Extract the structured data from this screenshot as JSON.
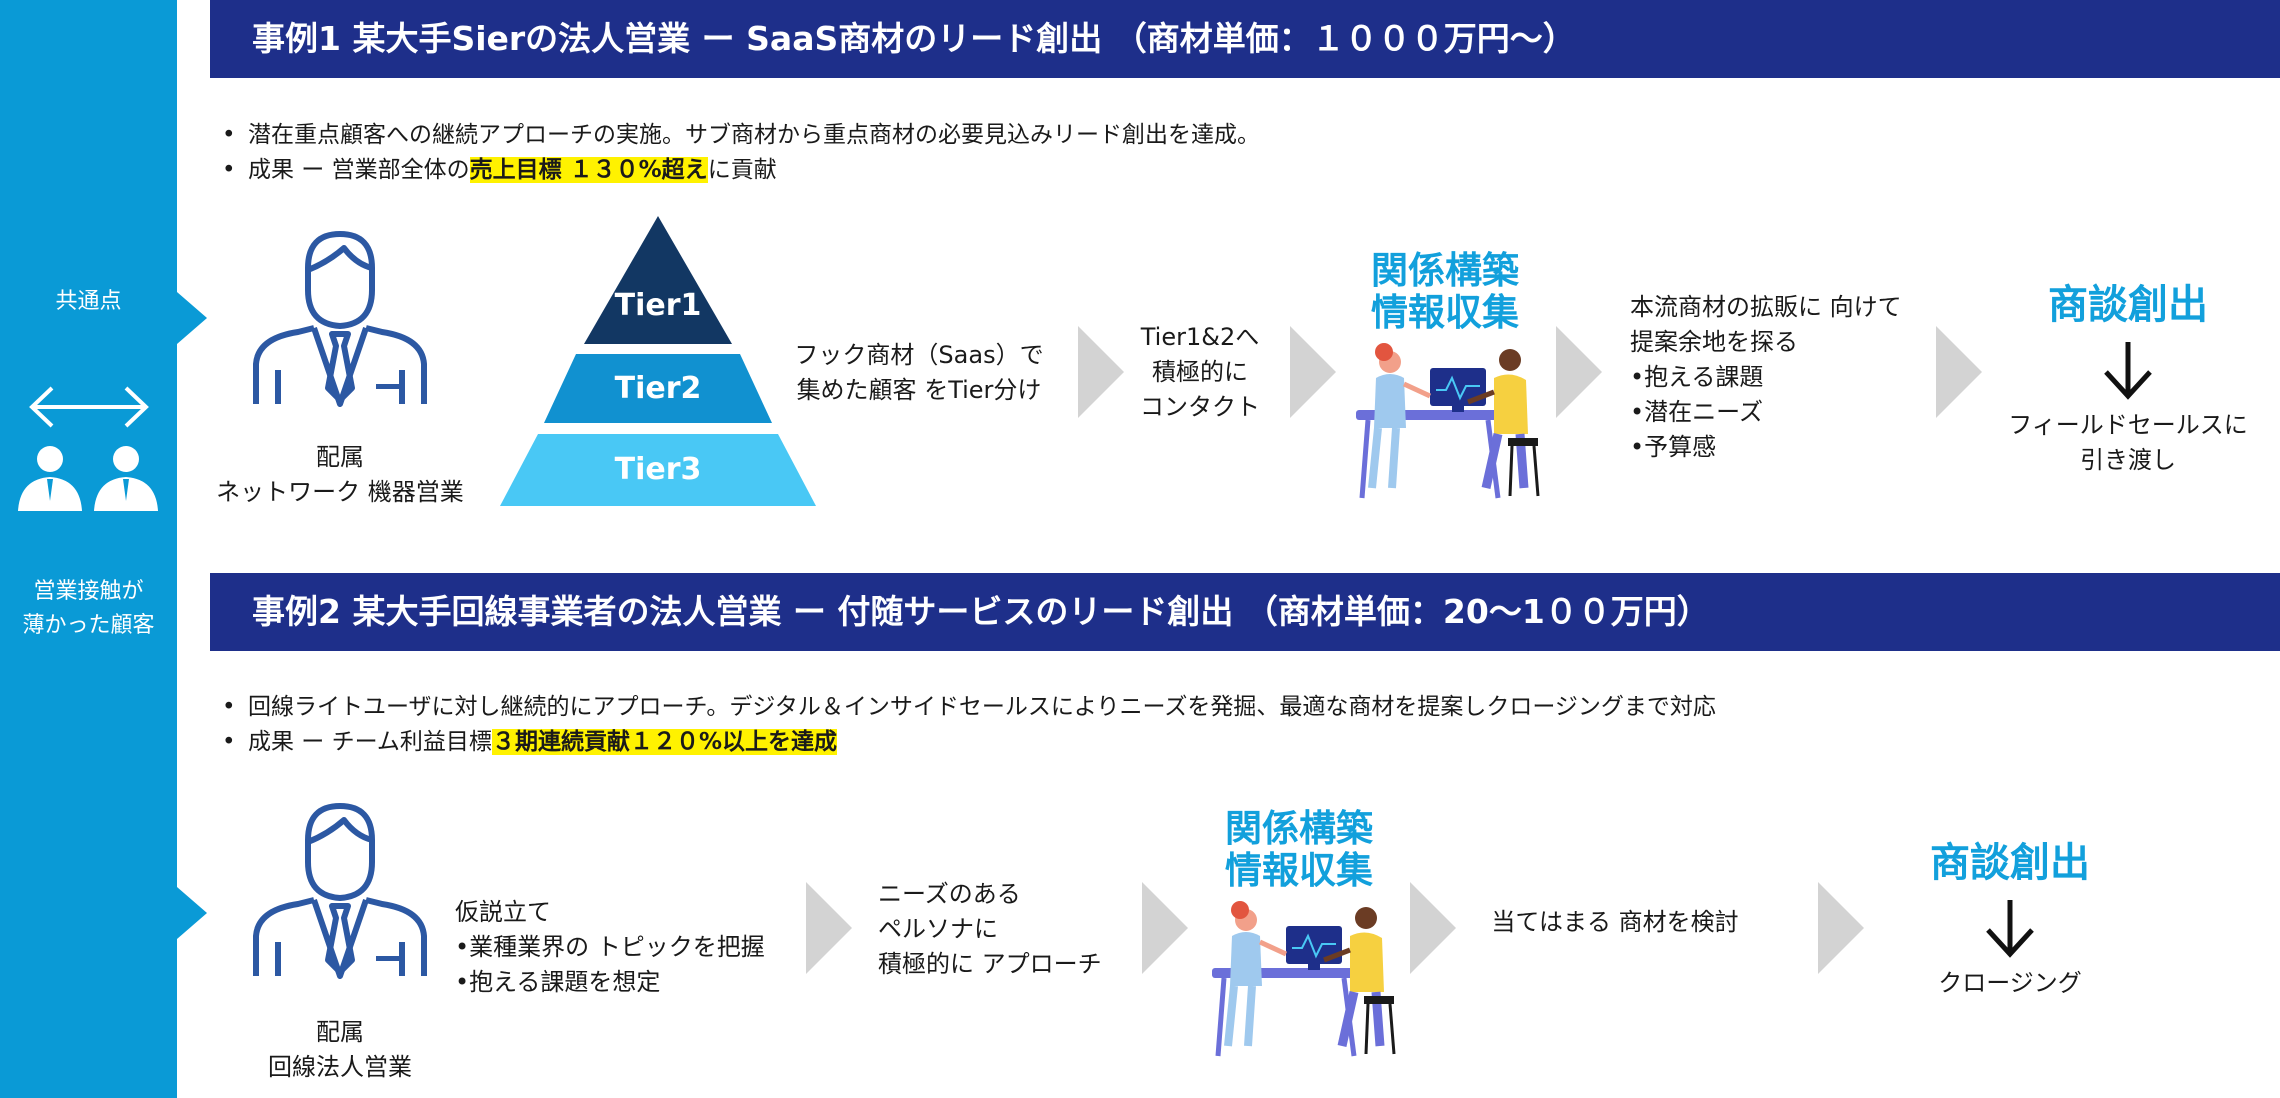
{
  "colors": {
    "sidebar": "#0a9ad6",
    "header": "#1e2f8a",
    "highlight": "#fff200",
    "accent_text": "#12a0dc",
    "tier1": "#123763",
    "tier2": "#1191d0",
    "tier3": "#49c8f5",
    "chevron": "#d3d3d3",
    "person": "#2c58a3"
  },
  "sidebar": {
    "common_label": "共通点",
    "customer_label_1": "営業接触が",
    "customer_label_2": "薄かった顧客",
    "icons": [
      "double-arrow-icon",
      "people-icon"
    ]
  },
  "case1": {
    "header": "事例1 某大手Sierの法人営業 ー SaaS商材のリード創出 （商材単価：１０００万円〜）",
    "bullets": [
      {
        "text": "潜在重点顧客への継続アプローチの実施。サブ商材から重点商材の必要見込みリード創出を達成。"
      },
      {
        "pre": "成果 ー 営業部全体の",
        "highlight": "売上目標 １３０%超え",
        "post": "に貢献"
      }
    ],
    "assignment": {
      "line1": "配属",
      "line2": "ネットワーク 機器営業"
    },
    "tiers": [
      "Tier1",
      "Tier2",
      "Tier3"
    ],
    "step1": {
      "line1": "フック商材（Saas）で",
      "line2": "集めた顧客 をTier分け"
    },
    "step2": {
      "line1": "Tier1&2へ",
      "line2": "積極的に",
      "line3": "コンタクト"
    },
    "relationship": {
      "line1": "関係構築",
      "line2": "情報収集"
    },
    "step3": {
      "line1": "本流商材の拡販に 向けて",
      "line2": "提案余地を探る",
      "line3": "•抱える課題",
      "line4": "•潜在ニーズ",
      "line5": "•予算感"
    },
    "deal": {
      "title": "商談創出",
      "line1": "フィールドセールスに",
      "line2": "引き渡し"
    }
  },
  "case2": {
    "header": "事例2 某大手回線事業者の法人営業 ー 付随サービスのリード創出 （商材単価：20〜1００万円）",
    "bullets": [
      {
        "text": "回線ライトユーザに対し継続的にアプローチ。デジタル＆インサイドセールスによりニーズを発掘、最適な商材を提案しクロージングまで対応"
      },
      {
        "pre": "成果 ー チーム利益目標",
        "highlight": "３期連続貢献１２０%以上を達成",
        "post": ""
      }
    ],
    "assignment": {
      "line1": "配属",
      "line2": "回線法人営業"
    },
    "step1": {
      "line1": "仮説立て",
      "line2": "•業種業界の トピックを把握",
      "line3": "•抱える課題を想定"
    },
    "step2": {
      "line1": "ニーズのある",
      "line2": "ペルソナに",
      "line3": "積極的に アプローチ"
    },
    "relationship": {
      "line1": "関係構築",
      "line2": "情報収集"
    },
    "step3": {
      "line1": "当てはまる 商材を検討"
    },
    "deal": {
      "title": "商談創出",
      "line1": "クロージング"
    }
  }
}
